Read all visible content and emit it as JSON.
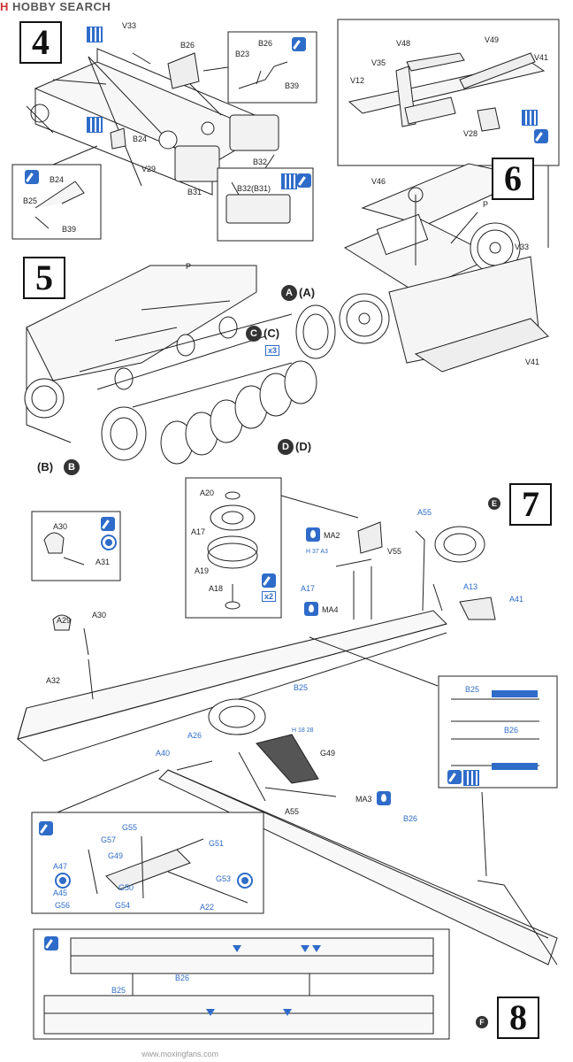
{
  "header": {
    "logo": "H",
    "title": "HOBBY SEARCH"
  },
  "steps": {
    "s4": "4",
    "s5": "5",
    "s6": "6",
    "s7": "7",
    "s8": "8"
  },
  "section_markers": {
    "e": "E",
    "f": "F"
  },
  "step4": {
    "labels": {
      "v33": "V33",
      "b26": "B26",
      "b24": "B24",
      "v29": "V29",
      "b31": "B31",
      "b32": "B32"
    },
    "inset1": {
      "b26": "B26",
      "b23": "B23",
      "b39": "B39"
    },
    "inset2": {
      "b24": "B24",
      "b25": "B25",
      "b39": "B39"
    },
    "inset3": {
      "title": "B32(B31)"
    }
  },
  "step5": {
    "p": "P",
    "a": "A",
    "a2": "A",
    "c": "C",
    "c2": "C",
    "x3": "x3",
    "d": "D",
    "d2": "D",
    "b": "B",
    "b2": "B"
  },
  "step6": {
    "labels": {
      "v48": "V48",
      "v49": "V49",
      "v35": "V35",
      "v41": "V41",
      "v12": "V12",
      "v28": "V28",
      "v46": "V46",
      "p": "P",
      "v33": "V33",
      "v41b": "V41"
    }
  },
  "step7": {
    "inset_wheel": {
      "a20": "A20",
      "a17": "A17",
      "a19": "A19",
      "a18": "A18",
      "x2": "x2"
    },
    "inset_a": {
      "a30": "A30",
      "a31": "A31"
    },
    "main": {
      "a29": "A29",
      "a30": "A30",
      "a32": "A32",
      "a55": "A55",
      "ma2": "MA2",
      "v55": "V55",
      "h": "H",
      "h_num": "37",
      "h_part": "A3",
      "a17": "A17",
      "a13": "A13",
      "a41": "A41",
      "ma4": "MA4",
      "b25": "B25",
      "b26": "B26",
      "a26": "A26",
      "h2": "H",
      "h2_num": "18",
      "h2_part": "28",
      "g49": "G49",
      "a40": "A40",
      "ma3": "MA3",
      "a55b": "A55"
    },
    "inset_b": {
      "b25": "B25",
      "b26": "B26"
    },
    "inset_g": {
      "g55": "G55",
      "g57": "G57",
      "g51": "G51",
      "g49": "G49",
      "a47": "A47",
      "a45": "A45",
      "g53": "G53",
      "g50": "G50",
      "g56": "G56",
      "g54": "G54",
      "a22": "A22"
    }
  },
  "step8": {
    "b26": "B26",
    "b25": "B25"
  },
  "watermark": {
    "site": "www.moxingfans.com"
  },
  "colors": {
    "accent": "#2f6cc9",
    "ink": "#222222"
  }
}
